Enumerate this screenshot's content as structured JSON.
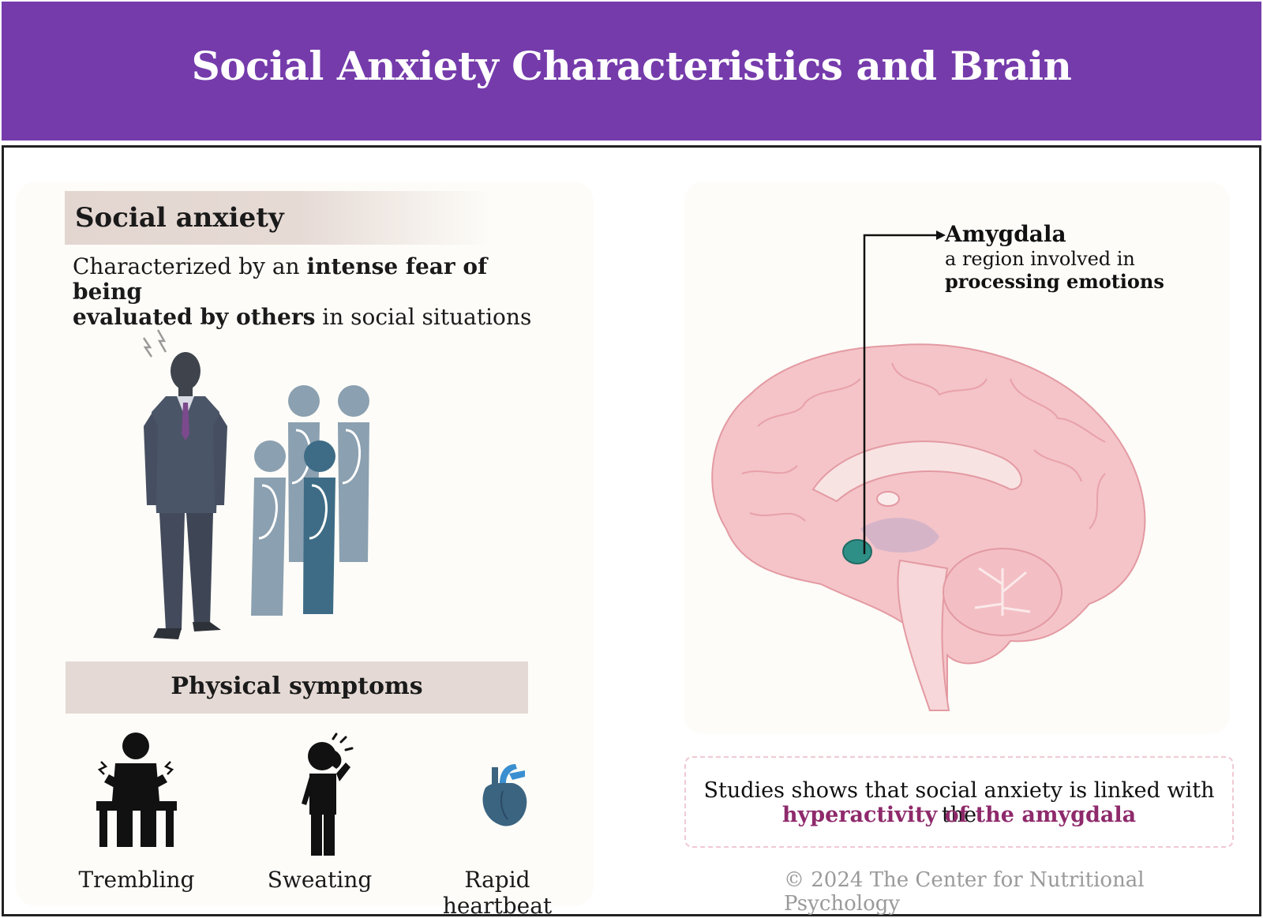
{
  "header": {
    "title": "Social Anxiety Characteristics and Brain"
  },
  "left": {
    "section_title": "Social anxiety",
    "desc": {
      "part1": "Characterized by an ",
      "bold1": "intense fear of being",
      "bold2": "evaluated by others",
      "part2": " in social situations"
    },
    "symptoms_title": "Physical symptoms",
    "symptoms": [
      {
        "label": "Trembling",
        "icon": "trembling-person-icon"
      },
      {
        "label": "Sweating",
        "icon": "sweating-person-icon"
      },
      {
        "label": "Rapid heartbeat",
        "icon": "heart-icon"
      }
    ]
  },
  "right": {
    "callout_title": "Amygdala",
    "callout_line1": "a region involved in",
    "callout_line2": "processing emotions",
    "study_line1": "Studies shows that social anxiety is linked with the",
    "study_line2": "hyperactivity of the amygdala"
  },
  "footer": {
    "copyright": "© 2024 The Center for Nutritional Psychology"
  },
  "colors": {
    "header": "#753bab",
    "accent_text": "#8e2a6b",
    "section_bg": "#e4d9d4",
    "brain": "#f4c4c8",
    "amygdala": "#2e8f86"
  }
}
